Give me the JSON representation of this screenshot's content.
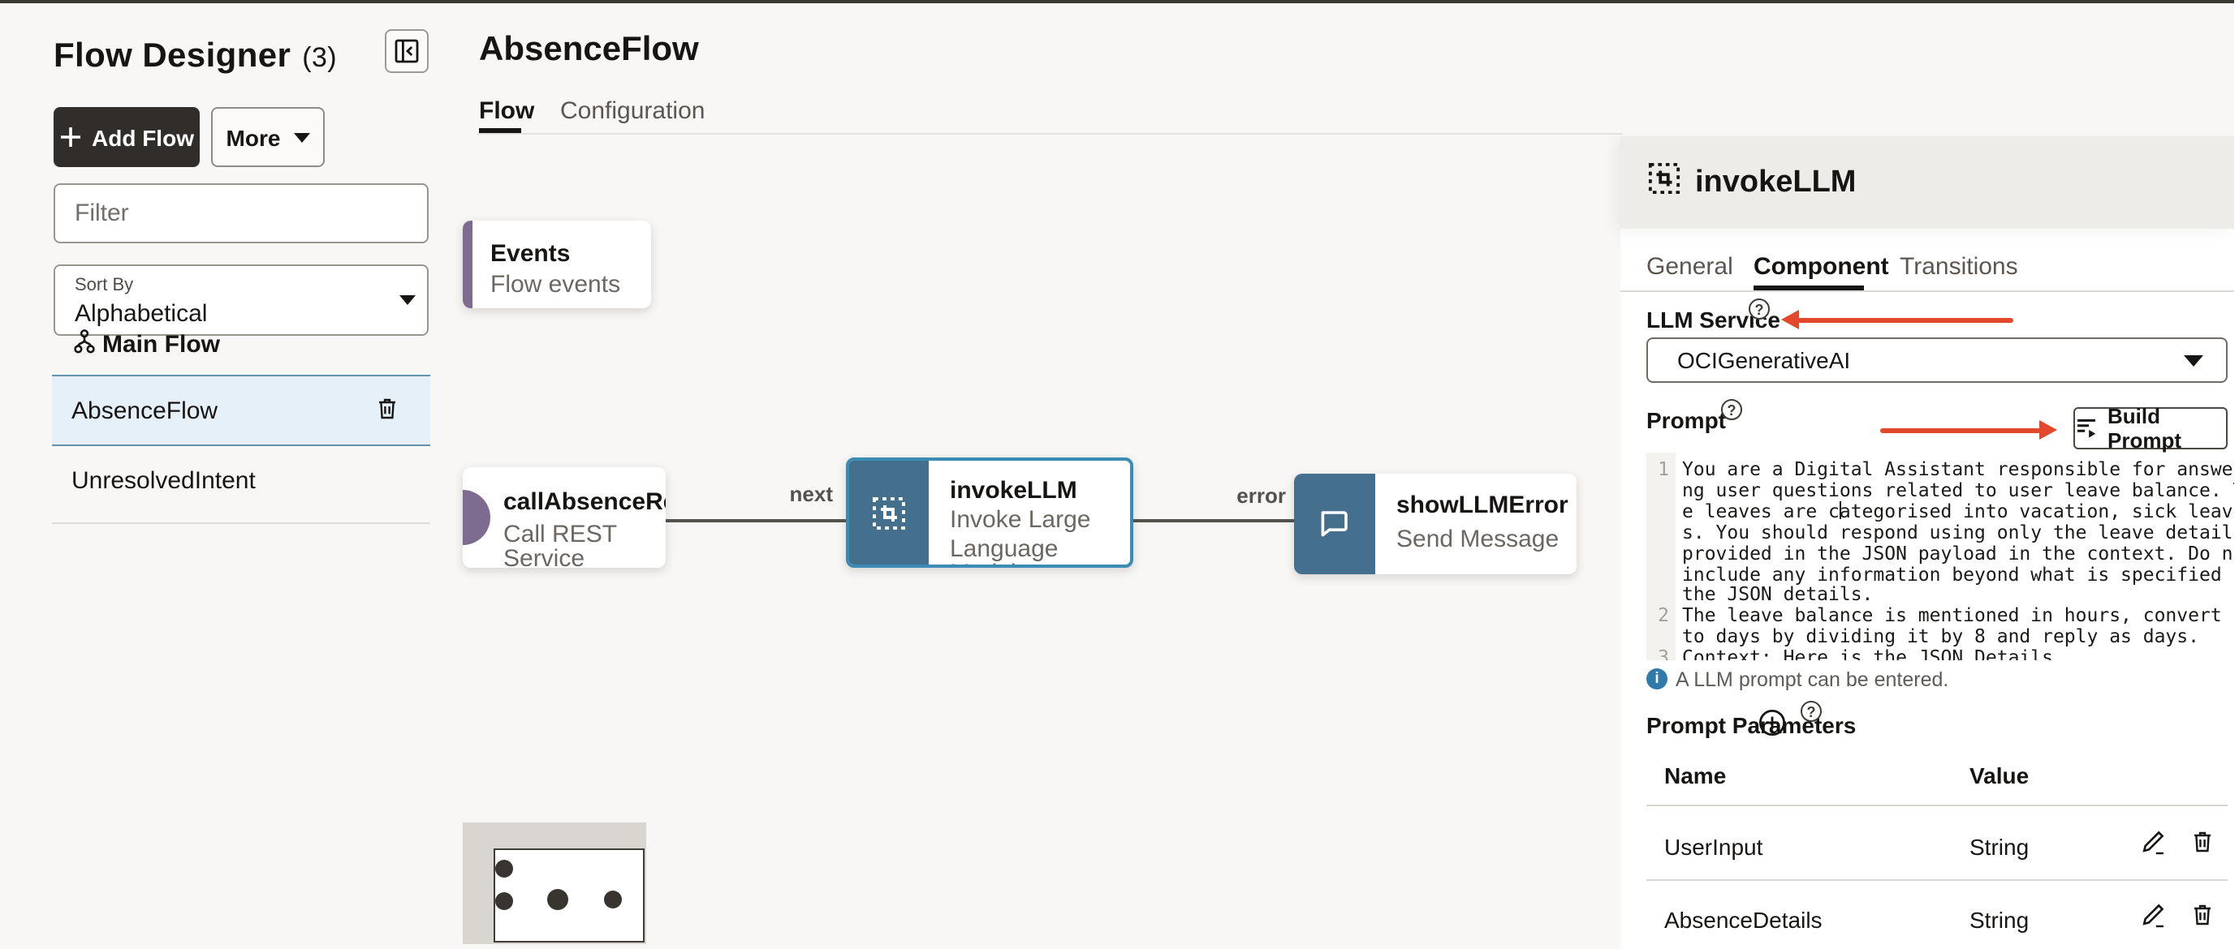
{
  "sidebar": {
    "title": "Flow Designer",
    "count": "(3)",
    "add_flow": "Add Flow",
    "more": "More",
    "filter_placeholder": "Filter",
    "sort_by_label": "Sort By",
    "sort_by_value": "Alphabetical",
    "section_title": "Main Flow",
    "flows": [
      {
        "label": "AbsenceFlow"
      },
      {
        "label": "UnresolvedIntent"
      }
    ]
  },
  "canvas": {
    "title": "AbsenceFlow",
    "tab_flow": "Flow",
    "tab_configuration": "Configuration",
    "edge_next": "next",
    "edge_error": "error",
    "nodes": {
      "events": {
        "title": "Events",
        "subtitle": "Flow events"
      },
      "call_rest": {
        "title": "callAbsenceRe...",
        "subtitle": "Call REST Service"
      },
      "invoke_llm": {
        "title": "invokeLLM",
        "subtitle1": "Invoke Large",
        "subtitle2": "Language Model"
      },
      "show_error": {
        "title": "showLLMError",
        "subtitle": "Send Message"
      }
    }
  },
  "panel": {
    "title": "invokeLLM",
    "tab_general": "General",
    "tab_component": "Component",
    "tab_transitions": "Transitions",
    "llm_service_label": "LLM Service",
    "llm_service_value": "OCIGenerativeAI",
    "prompt_label": "Prompt",
    "build_prompt": "Build Prompt",
    "editor": {
      "line_numbers": [
        "1",
        "",
        "",
        "",
        "",
        "",
        "",
        "2",
        "",
        "3"
      ],
      "rows": [
        "You are a Digital Assistant responsible for answeri",
        "ng user questions related to user leave balance. Th",
        "e leaves are categorised into vacation, sick leave",
        "s. You should respond using only the leave details",
        "provided in the JSON payload in the context. Do not",
        "include any information beyond what is specified in",
        "the JSON details.",
        "The leave balance is mentioned in hours, convert in",
        "to days by dividing it by 8 and reply as days.",
        "Context: Here is the JSON Details"
      ]
    },
    "hint": "A LLM prompt can be entered.",
    "params_label": "Prompt Parameters",
    "table": {
      "col_name": "Name",
      "col_value": "Value",
      "rows": [
        {
          "name": "UserInput",
          "value": "String"
        },
        {
          "name": "AbsenceDetails",
          "value": "String"
        }
      ]
    }
  },
  "colors": {
    "node_teal": "#44708e",
    "node_selected_border": "#3a8cb2",
    "accent_purple": "#7d6b90",
    "annotation_red": "#e2492c",
    "selected_row_bg": "#e5f0f8",
    "info_blue": "#3079ab"
  }
}
